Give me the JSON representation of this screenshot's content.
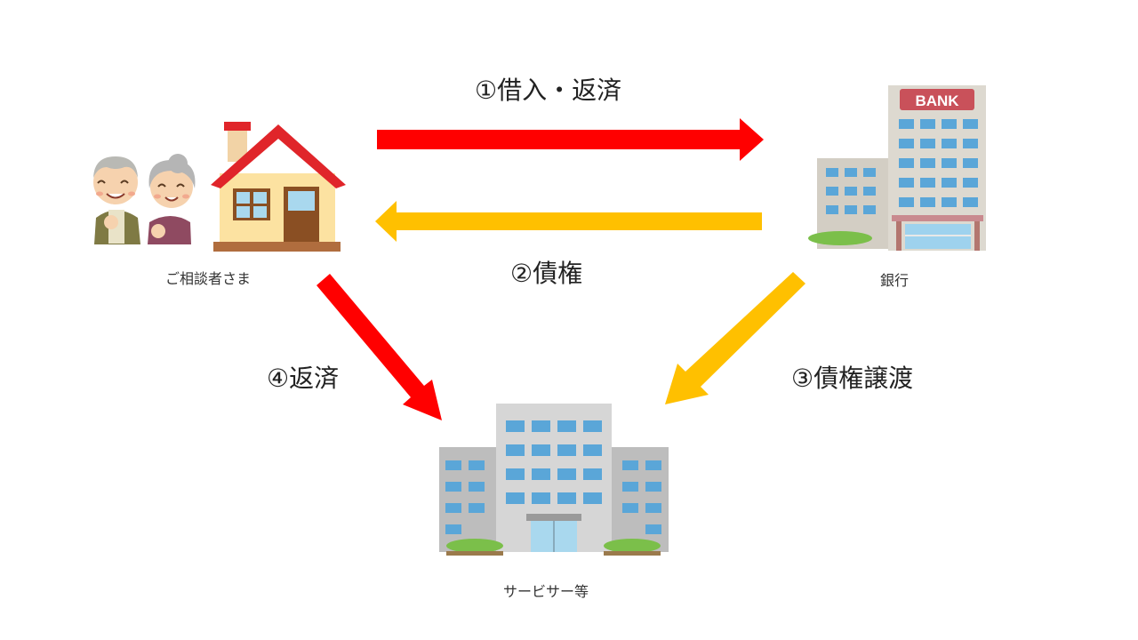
{
  "nodes": {
    "customer": "ご相談者さま",
    "bank": "銀行",
    "servicer": "サービサー等"
  },
  "bank_sign": "BANK",
  "arrows": {
    "borrow_repay": "①借入・返済",
    "claim": "②債権",
    "claim_transfer": "③債権譲渡",
    "repayment": "④返済"
  },
  "colors": {
    "red_arrow": "#FF0000",
    "yellow_arrow": "#FFC000"
  }
}
